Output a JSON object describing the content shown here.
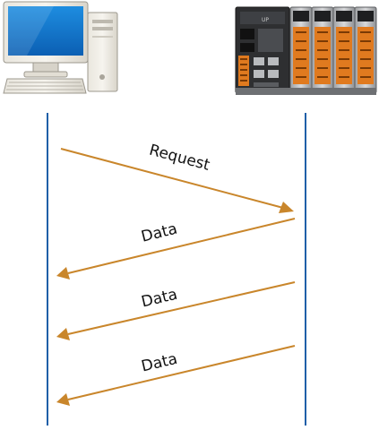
{
  "messages": {
    "request": "Request",
    "data_1": "Data",
    "data_2": "Data",
    "data_3": "Data"
  },
  "colors": {
    "lifeline": "#1F5FA8",
    "arrow": "#C9862B",
    "text": "#111111"
  },
  "icons": {
    "left": "desktop-computer-icon",
    "right": "plc-controller-icon"
  }
}
